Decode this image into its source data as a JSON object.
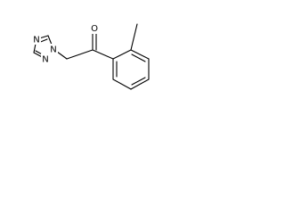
{
  "atoms": {
    "n_ring_1": "N",
    "n_ring_2": "N",
    "n_ring_3": "N",
    "o_ketone": "O"
  },
  "colors": {
    "bond": "#000000",
    "label": "#000000",
    "background": "#ffffff"
  }
}
